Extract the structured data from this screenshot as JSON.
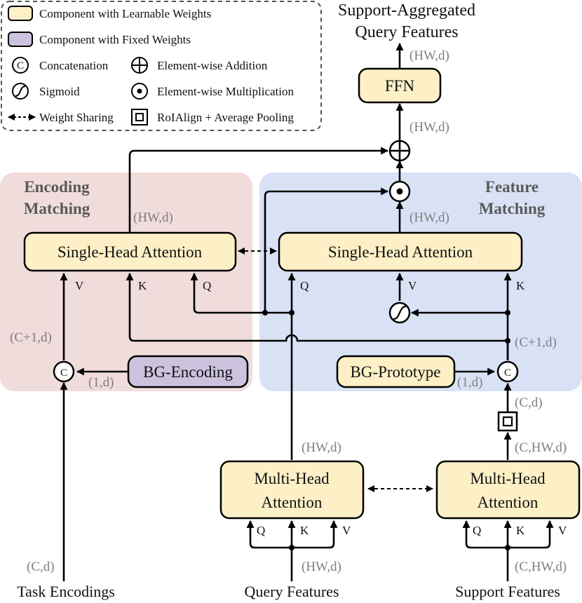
{
  "legend": {
    "learnable": "Component with Learnable Weights",
    "fixed": "Component with Fixed Weights",
    "concat": "Concatenation",
    "concat_symbol": "C",
    "addition": "Element-wise Addition",
    "sigmoid": "Sigmoid",
    "multiplication": "Element-wise Multiplication",
    "weight_sharing": "Weight Sharing",
    "roialign": "RoIAlign + Average Pooling"
  },
  "output": {
    "line1": "Support-Aggregated",
    "line2": "Query Features"
  },
  "regions": {
    "encoding_line1": "Encoding",
    "encoding_line2": "Matching",
    "feature_line1": "Feature",
    "feature_line2": "Matching"
  },
  "blocks": {
    "ffn": "FFN",
    "sha_left": "Single-Head Attention",
    "sha_right": "Single-Head Attention",
    "bg_encoding": "BG-Encoding",
    "bg_prototype": "BG-Prototype",
    "mha_query_line1": "Multi-Head",
    "mha_query_line2": "Attention",
    "mha_support_line1": "Multi-Head",
    "mha_support_line2": "Attention"
  },
  "dims": {
    "ffn_out": "(HW,d)",
    "ffn_in": "(HW,d)",
    "sha_left_out": "(HW,d)",
    "sha_right_out": "(HW,d)",
    "concat_left_out": "(C+1,d)",
    "bg_encoding_out": "(1,d)",
    "concat_right_out": "(C+1,d)",
    "bg_prototype_out": "(1,d)",
    "roi_out": "(C,d)",
    "mha_support_out": "(C,HW,d)",
    "mha_query_out": "(HW,d)",
    "task_in": "(C,d)",
    "query_in": "(HW,d)",
    "support_in": "(C,HW,d)"
  },
  "ports": {
    "v": "V",
    "k": "K",
    "q": "Q"
  },
  "inputs": {
    "task": "Task Encodings",
    "query": "Query Features",
    "support": "Support Features"
  },
  "colors": {
    "learnable_fill": "#fdf0c6",
    "fixed_fill": "#cbc2dd",
    "encoding_region": "#f1dcdc",
    "feature_region": "#d9e2f5",
    "region_text": "#595959",
    "dim_text": "#7f7f7f"
  }
}
